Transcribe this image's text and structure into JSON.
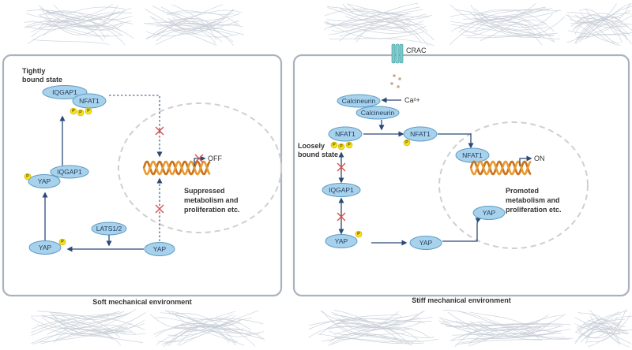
{
  "left_panel": {
    "caption": "Soft mechanical environment",
    "state_label_line1": "Tightly",
    "state_label_line2": "bound state",
    "iqgap1_top": "IQGAP1",
    "nfat1_top": "NFAT1",
    "yap_complex": "YAP",
    "iqgap1_complex": "IQGAP1",
    "yap_bottom_left": "YAP",
    "lats": "LATS1/2",
    "yap_bottom_right": "YAP",
    "gene_status": "OFF",
    "outcome_line1": "Suppressed",
    "outcome_line2": "metabolism and",
    "outcome_line3": "proliferation etc."
  },
  "right_panel": {
    "caption": "Stiff mechanical environment",
    "channel": "CRAC",
    "calcineurin_top": "Calcineurin",
    "calcineurin_bottom": "Calcineurin",
    "calcium": "Ca²+",
    "nfat1_left": "NFAT1",
    "nfat1_right": "NFAT1",
    "nfat1_nucleus": "NFAT1",
    "state_label_line1": "Loosely",
    "state_label_line2": "bound state",
    "iqgap1": "IQGAP1",
    "yap_left": "YAP",
    "yap_mid": "YAP",
    "yap_nucleus": "YAP",
    "gene_status": "ON",
    "outcome_line1": "Promoted",
    "outcome_line2": "metabolism and",
    "outcome_line3": "proliferation etc."
  },
  "phospho_label": "P",
  "colors": {
    "protein_fill": "#a8d2ec",
    "arrow": "#2b4a78",
    "inhibition_cross": "#d9534f",
    "phosphate": "#f6e21c",
    "dna": "#e89a2e"
  }
}
